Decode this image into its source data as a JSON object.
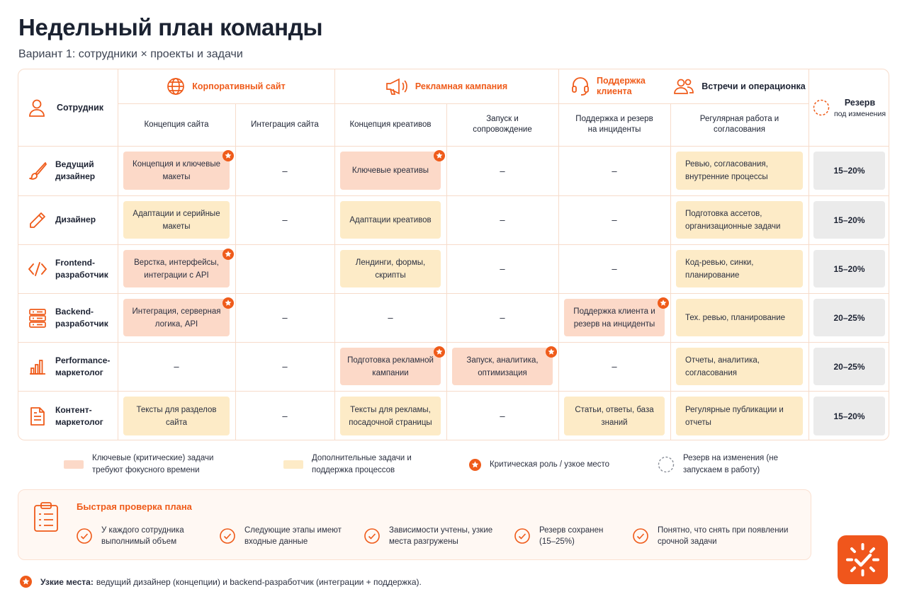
{
  "title": "Недельный план команды",
  "subtitle": "Вариант 1: сотрудники × проекты и задачи",
  "header": {
    "employee_label": "Сотрудник",
    "projects": [
      {
        "label": "Корпоративный сайт",
        "icon": "globe-icon"
      },
      {
        "label": "Рекламная кампания",
        "icon": "megaphone-icon"
      },
      {
        "label": "Поддержка клиента",
        "icon": "headset-icon"
      },
      {
        "label": "Встречи и операционка",
        "icon": "people-icon"
      }
    ],
    "reserve_label": "Резерв",
    "reserve_sublabel": "под изменения",
    "subcolumns": [
      "Концепция сайта",
      "Интеграция сайта",
      "Концепция креативов",
      "Запуск и сопровождение",
      "Поддержка и резерв на инциденты",
      "Регулярная работа и согласования"
    ]
  },
  "rows": [
    {
      "employee": "Ведущий дизайнер",
      "icon": "brush-icon",
      "cells": [
        "Концепция и ключевые макеты",
        "–",
        "Ключевые креативы",
        "–",
        "–",
        "Ревью, согласования, внутренние процессы"
      ],
      "reserve": "15–20%"
    },
    {
      "employee": "Дизайнер",
      "icon": "pencil-icon",
      "cells": [
        "Адаптации и серийные макеты",
        "–",
        "Адаптации креативов",
        "–",
        "–",
        "Подготовка ассетов, организационные задачи"
      ],
      "reserve": "15–20%"
    },
    {
      "employee": "Frontend-разработчик",
      "icon": "code-icon",
      "cells": [
        "Верстка, интерфейсы, интеграции с API",
        "",
        "Лендинги, формы, скрипты",
        "–",
        "–",
        "Код-ревью, синки, планирование"
      ],
      "reserve": "15–20%"
    },
    {
      "employee": "Backend-разработчик",
      "icon": "server-icon",
      "cells": [
        "Интеграция, серверная логика, API",
        "–",
        "–",
        "–",
        "Поддержка клиента и резерв на инциденты",
        "Тех. ревью, планирование"
      ],
      "reserve": "20–25%"
    },
    {
      "employee": "Performance-маркетолог",
      "icon": "bar-chart-icon",
      "cells": [
        "–",
        "–",
        "Подготовка рекламной кампании",
        "Запуск, аналитика, оптимизация",
        "–",
        "Отчеты, аналитика, согласования"
      ],
      "reserve": "20–25%"
    },
    {
      "employee": "Контент-маркетолог",
      "icon": "document-icon",
      "cells": [
        "Тексты для разделов сайта",
        "–",
        "Тексты для рекламы, посадочной страницы",
        "–",
        "Статьи, ответы, база знаний",
        "Регулярные публикации и отчеты"
      ],
      "reserve": "15–20%"
    }
  ],
  "legend": {
    "key": "Ключевые (критические) задачи требуют фокусного времени",
    "additional": "Дополнительные задачи и поддержка процессов",
    "critical": "Критическая роль / узкое место",
    "reserve": "Резерв на изменения (не запускаем в работу)"
  },
  "check": {
    "title": "Быстрая проверка плана",
    "items": [
      "У каждого сотрудника выполнимый объем",
      "Следующие этапы имеют входные данные",
      "Зависимости учтены, узкие места разгружены",
      "Резерв сохранен (15–25%)",
      "Понятно, что снять при появлении срочной задачи"
    ]
  },
  "footnote": {
    "label": "Узкие места:",
    "text": "ведущий дизайнер (концепции) и backend-разработчик (интеграции + поддержка)."
  },
  "colors": {
    "accent": "#ef5b1a",
    "key_task": "#fcd9c8",
    "additional_task": "#fdebc7",
    "reserve": "#ebebeb"
  }
}
